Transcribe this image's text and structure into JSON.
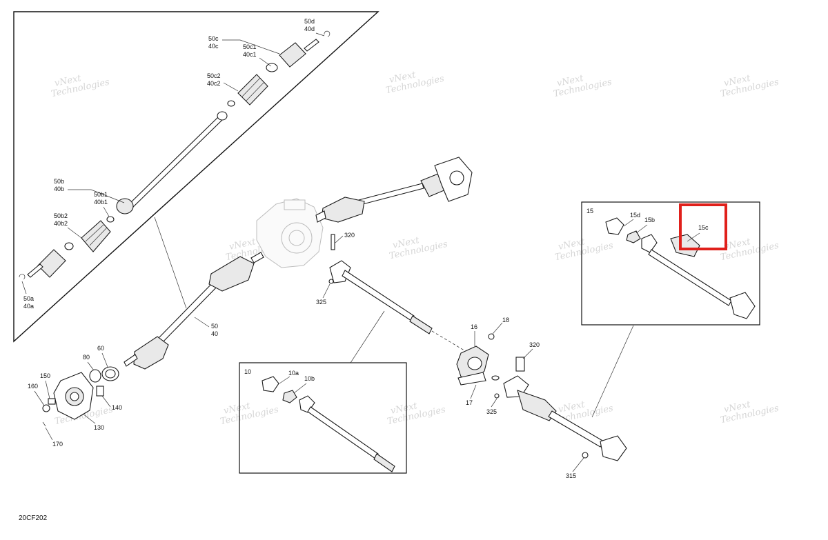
{
  "diagram": {
    "code": "20CF202",
    "watermark": [
      "vNext",
      "Technologies"
    ],
    "highlight_color": "#e0201b",
    "insets": {
      "inset_10": {
        "number": "10",
        "parts": [
          "10a",
          "10b"
        ]
      },
      "inset_15": {
        "number": "15",
        "parts": [
          "15d",
          "15b",
          "15c"
        ]
      }
    },
    "callouts": {
      "c50d": "50d",
      "c40d": "40d",
      "c50c": "50c",
      "c40c": "40c",
      "c50c1": "50c1",
      "c40c1": "40c1",
      "c50c2": "50c2",
      "c40c2": "40c2",
      "c50b": "50b",
      "c40b": "40b",
      "c50b1": "50b1",
      "c40b1": "40b1",
      "c50b2": "50b2",
      "c40b2": "40b2",
      "c50a": "50a",
      "c40a": "40a",
      "c50": "50",
      "c40": "40",
      "c60": "60",
      "c80": "80",
      "c150": "150",
      "c160": "160",
      "c140": "140",
      "c130": "130",
      "c170": "170",
      "c320a": "320",
      "c325a": "325",
      "c16": "16",
      "c18": "18",
      "c17": "17",
      "c320b": "320",
      "c325b": "325",
      "c315": "315"
    }
  }
}
